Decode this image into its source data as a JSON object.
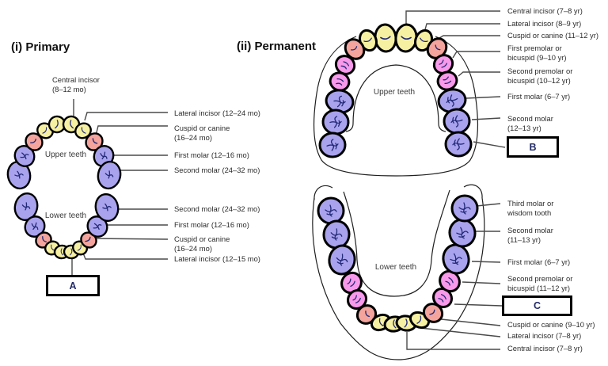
{
  "palette": {
    "incisor": "#f6f0a2",
    "canine": "#f4a49c",
    "premolar": "#f899ea",
    "molar": "#a9a3ee",
    "detail": "#232a78",
    "outline": "#000000",
    "leader": "#4a4a4a",
    "box_letter": "#222a66",
    "label_text": "#2b2b2b"
  },
  "titles": {
    "primary": "(i) Primary",
    "permanent": "(ii) Permanent"
  },
  "boxes": {
    "a": "A",
    "b": "B",
    "c": "C"
  },
  "primary": {
    "upper_area_label": "Upper teeth",
    "lower_area_label": "Lower teeth",
    "central_incisor_label": {
      "line1": "Central incisor",
      "line2": "(8–12 mo)"
    },
    "upper_labels": [
      {
        "line1": "Lateral incisor (12–24 mo)",
        "line2": ""
      },
      {
        "line1": "Cuspid or canine",
        "line2": "(16–24 mo)"
      },
      {
        "line1": "First molar (12–16 mo)",
        "line2": ""
      },
      {
        "line1": "Second molar (24–32 mo)",
        "line2": ""
      }
    ],
    "lower_labels": [
      {
        "line1": "Second molar (24–32 mo)",
        "line2": ""
      },
      {
        "line1": "First molar (12–16 mo)",
        "line2": ""
      },
      {
        "line1": "Cuspid or canine",
        "line2": "(16–24 mo)"
      },
      {
        "line1": "Lateral incisor (12–15 mo)",
        "line2": ""
      }
    ]
  },
  "permanent": {
    "upper_area_label": "Upper teeth",
    "lower_area_label": "Lower teeth",
    "upper_labels": [
      {
        "line1": "Central incisor (7–8 yr)",
        "line2": ""
      },
      {
        "line1": "Lateral incisor (8–9 yr)",
        "line2": ""
      },
      {
        "line1": "Cuspid or canine (11–12 yr)",
        "line2": ""
      },
      {
        "line1": "First premolar or",
        "line2": "bicuspid (9–10 yr)"
      },
      {
        "line1": "Second premolar or",
        "line2": "bicuspid (10–12 yr)"
      },
      {
        "line1": "First molar (6–7 yr)",
        "line2": ""
      },
      {
        "line1": "Second molar",
        "line2": "(12–13 yr)"
      }
    ],
    "lower_labels": [
      {
        "line1": "Third molar or",
        "line2": "wisdom tooth"
      },
      {
        "line1": "Second molar",
        "line2": "(11–13 yr)"
      },
      {
        "line1": "First molar (6–7 yr)",
        "line2": ""
      },
      {
        "line1": "Second premolar or",
        "line2": "bicuspid (11–12 yr)"
      },
      {
        "line1": "Cuspid or canine (9–10 yr)",
        "line2": ""
      },
      {
        "line1": "Lateral incisor (7–8 yr)",
        "line2": ""
      },
      {
        "line1": "Central incisor (7–8 yr)",
        "line2": ""
      }
    ]
  }
}
